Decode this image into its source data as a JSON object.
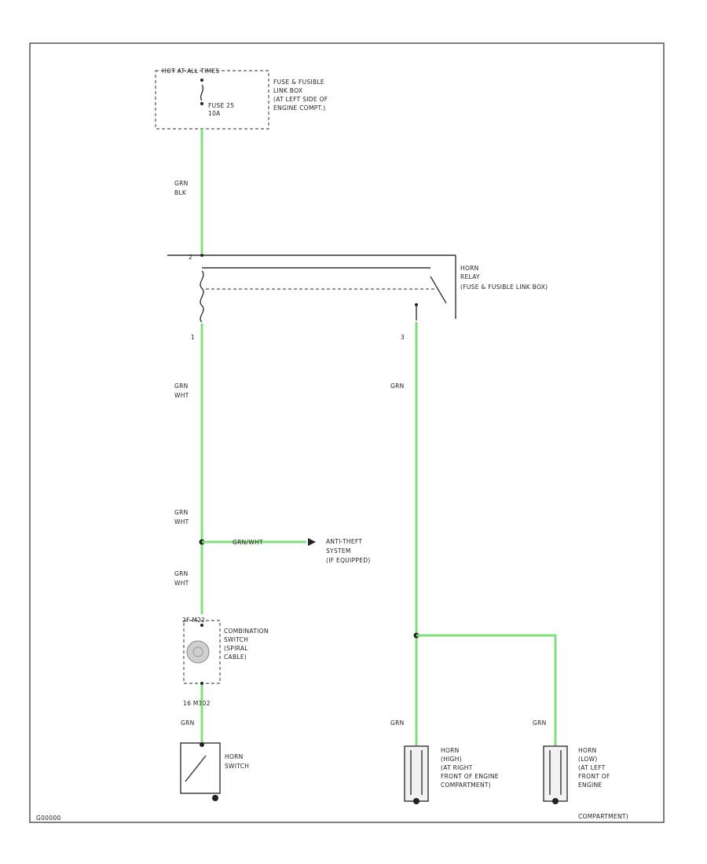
{
  "fuse_block": {
    "hot_label": "HOT AT ALL TIMES",
    "fuse_name": "FUSE 25",
    "fuse_rating": "10A",
    "location": [
      "FUSE & FUSIBLE",
      "LINK BOX",
      "(AT LEFT SIDE OF",
      "ENGINE COMPT.)"
    ]
  },
  "relay": {
    "name": [
      "HORN",
      "RELAY"
    ],
    "location": [
      "(FUSE & FUSIBLE LINK BOX)"
    ],
    "pin_left": "1",
    "pin_top": "2",
    "pin_right": "3"
  },
  "wires": {
    "w1_color": "GRN",
    "w1_color2": "BLK",
    "w2": [
      "GRN",
      "WHT"
    ],
    "w3": [
      "GRN",
      "WHT"
    ],
    "w4": [
      "GRN",
      "WHT"
    ],
    "w5": "GRN",
    "branch_label": "GRN/WHT",
    "w6": "GRN",
    "w7": "GRN",
    "w8": "GRN"
  },
  "antitheft": [
    "ANTI-THEFT",
    "SYSTEM",
    "(IF EQUIPPED)"
  ],
  "combination_switch": {
    "top_pins": "2F  M22",
    "bottom_pins": "16  M102",
    "name": [
      "COMBINATION",
      "SWITCH",
      "(SPIRAL",
      "CABLE)"
    ]
  },
  "horn_switch": [
    "HORN",
    "SWITCH"
  ],
  "horn_high": [
    "HORN",
    "(HIGH)",
    "(AT RIGHT",
    "FRONT OF ENGINE",
    "COMPARTMENT)"
  ],
  "horn_low": [
    "HORN",
    "(LOW)",
    "(AT LEFT",
    "FRONT OF",
    "ENGINE",
    "COMPARTMENT)"
  ],
  "diagram_id": "G00000",
  "colors": {
    "wire": "#7ee07a",
    "line": "#333333"
  }
}
